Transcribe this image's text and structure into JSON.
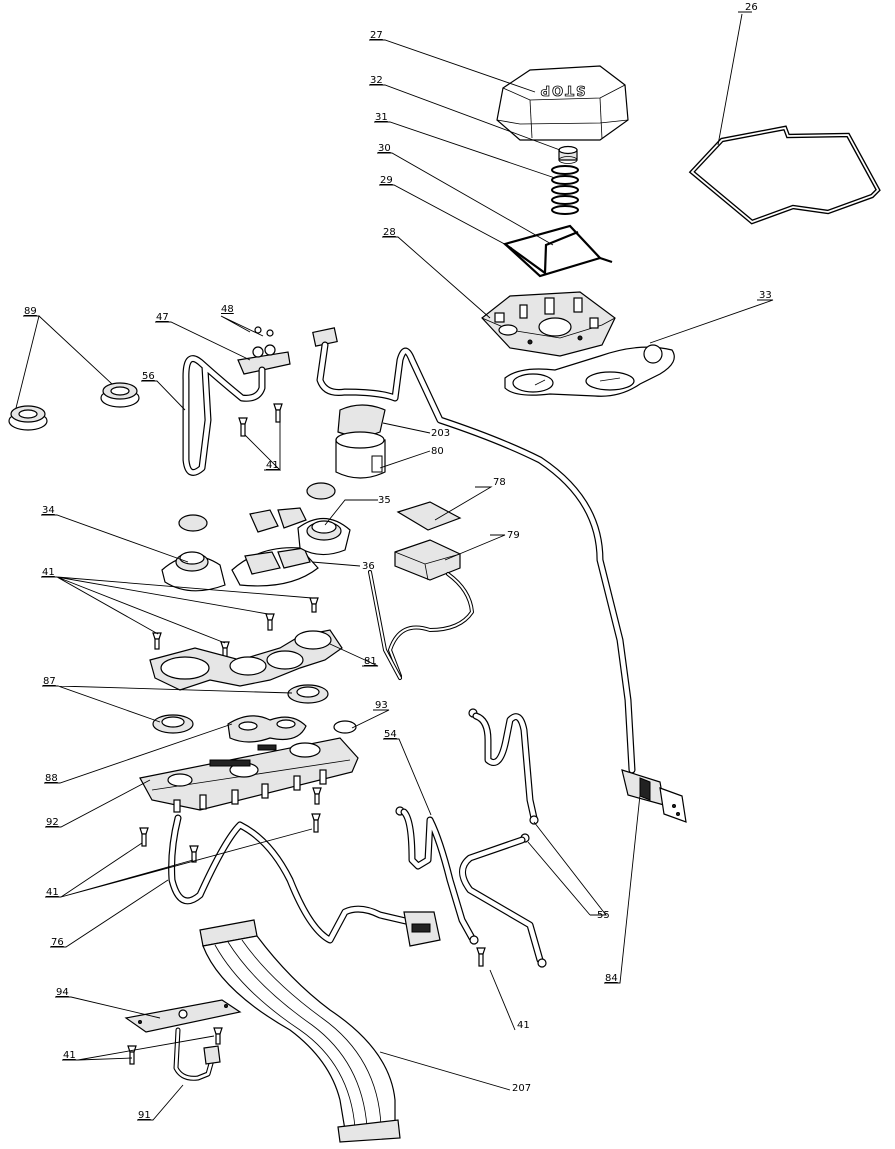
{
  "diagram": {
    "callouts": [
      {
        "id": "c26",
        "label": "26"
      },
      {
        "id": "c27",
        "label": "27"
      },
      {
        "id": "c32",
        "label": "32"
      },
      {
        "id": "c31",
        "label": "31"
      },
      {
        "id": "c30",
        "label": "30"
      },
      {
        "id": "c29",
        "label": "29"
      },
      {
        "id": "c28",
        "label": "28"
      },
      {
        "id": "c33",
        "label": "33"
      },
      {
        "id": "c89",
        "label": "89"
      },
      {
        "id": "c48",
        "label": "48"
      },
      {
        "id": "c47",
        "label": "47"
      },
      {
        "id": "c56",
        "label": "56"
      },
      {
        "id": "c41a",
        "label": "41"
      },
      {
        "id": "c203",
        "label": "203"
      },
      {
        "id": "c80",
        "label": "80"
      },
      {
        "id": "c78",
        "label": "78"
      },
      {
        "id": "c79",
        "label": "79"
      },
      {
        "id": "c34",
        "label": "34"
      },
      {
        "id": "c35",
        "label": "35"
      },
      {
        "id": "c36",
        "label": "36"
      },
      {
        "id": "c41b",
        "label": "41"
      },
      {
        "id": "c81",
        "label": "81"
      },
      {
        "id": "c87",
        "label": "87"
      },
      {
        "id": "c93",
        "label": "93"
      },
      {
        "id": "c54",
        "label": "54"
      },
      {
        "id": "c88",
        "label": "88"
      },
      {
        "id": "c92",
        "label": "92"
      },
      {
        "id": "c41c",
        "label": "41"
      },
      {
        "id": "c76",
        "label": "76"
      },
      {
        "id": "c55",
        "label": "55"
      },
      {
        "id": "c84",
        "label": "84"
      },
      {
        "id": "c41d",
        "label": "41"
      },
      {
        "id": "c94",
        "label": "94"
      },
      {
        "id": "c41e",
        "label": "41"
      },
      {
        "id": "c207",
        "label": "207"
      },
      {
        "id": "c91",
        "label": "91"
      }
    ],
    "cover_lettering": "STOP"
  }
}
